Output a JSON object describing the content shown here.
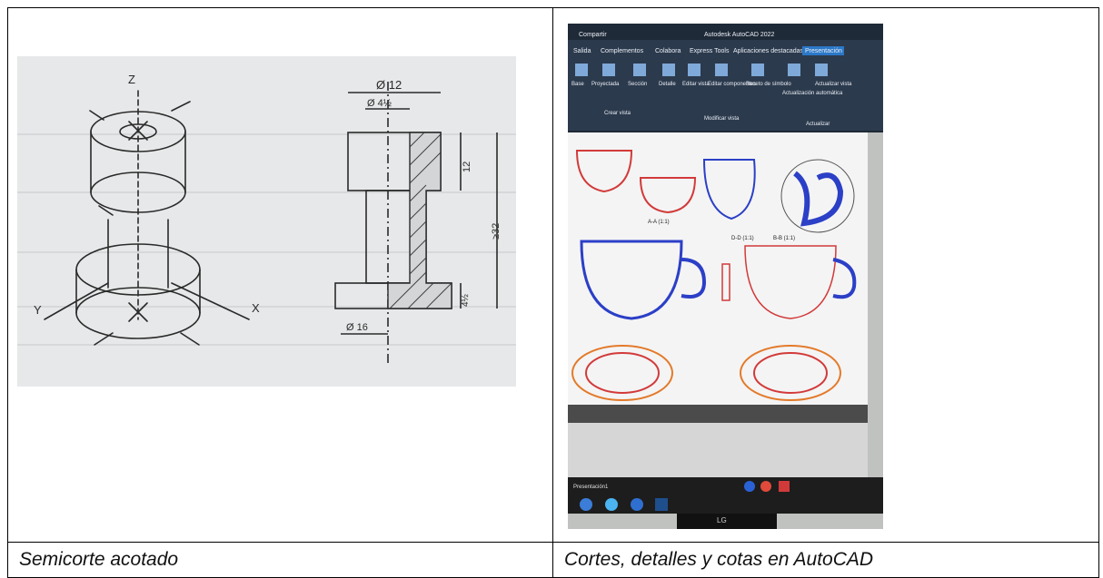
{
  "captions": {
    "left": "Semicorte acotado",
    "right": "Cortes, detalles y cotas en AutoCAD"
  },
  "sketch": {
    "axis_labels": {
      "z": "Z",
      "y": "Y",
      "x": "X"
    },
    "dimensions": {
      "top_diameter": "Ø 12",
      "inner_diameter": "Ø 4½",
      "bottom_diameter": "Ø 16",
      "height_upper": "12",
      "height_total": "≥32",
      "height_lower": "4½"
    }
  },
  "autocad": {
    "tabs": [
      "Salida",
      "Complementos",
      "Colabora",
      "Express Tools",
      "Aplicaciones destacadas",
      "Presentación"
    ],
    "app_title": "Autodesk AutoCAD 2022",
    "share_label": "Compartir",
    "ribbon_buttons": [
      "Base",
      "Proyectada",
      "Sección",
      "Detalle",
      "Editar vista",
      "Editar componentes",
      "Boceto de símbolo",
      "Actualización automática",
      "Actualizar vista"
    ],
    "group_labels": [
      "Crear vista",
      "Modificar vista",
      "Actualizar"
    ],
    "section_labels": [
      "A-A (1:1)",
      "D-D (1:1)",
      "B-B (1:1)"
    ],
    "layout_tab": "Presentación1",
    "monitor_brand": "LG"
  },
  "colors": {
    "border": "#000000",
    "sketch_paper": "#e7e8e9",
    "cad_blue": "#2b3fc7",
    "cad_red": "#d23a3a",
    "ribbon": "#2c3a4d"
  }
}
